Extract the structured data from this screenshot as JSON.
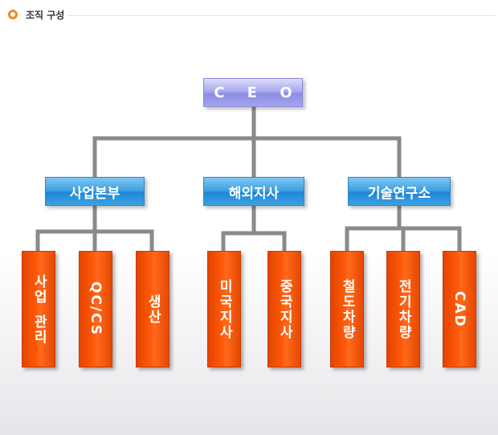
{
  "header": {
    "title": "조직 구성"
  },
  "org": {
    "root": {
      "label": "C E O"
    },
    "divisions": [
      {
        "label": "사업본부"
      },
      {
        "label": "해외지사"
      },
      {
        "label": "기술연구소"
      }
    ],
    "leaves": [
      {
        "label": "사업관리",
        "line1": "사업",
        "line2": "관리"
      },
      {
        "label": "QC/CS"
      },
      {
        "label": "생산"
      },
      {
        "label": "미국지사"
      },
      {
        "label": "중국지사"
      },
      {
        "label": "철도차량"
      },
      {
        "label": "전기차량"
      },
      {
        "label": "CAD"
      }
    ]
  },
  "colors": {
    "root": "#a3a3ee",
    "division": "#3a9de0",
    "leaf": "#ff5a0a",
    "connector": "#8a8a8a",
    "bullet": "#f08a1c"
  }
}
